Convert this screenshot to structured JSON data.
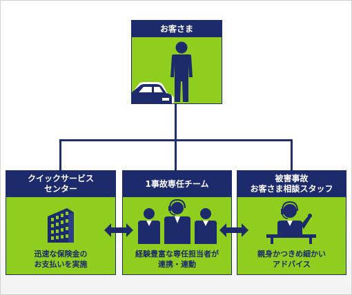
{
  "diagram": {
    "top": {
      "title": "お客さま"
    },
    "boxes": [
      {
        "title": "クイックサービス\nセンター",
        "text": "迅速な保険金の\nお支払いを実施",
        "icon": "building-icon"
      },
      {
        "title": "1事故専任チーム",
        "text": "経験豊富な専任担当者が\n連携・連動",
        "icon": "team-icon"
      },
      {
        "title": "被害事故\nお客さま相談スタッフ",
        "text": "親身かつきめ細かい\nアドバイス",
        "icon": "consultant-icon"
      }
    ],
    "colors": {
      "navy": "#1d2b6d",
      "green": "#8fce1e",
      "text": "#1c2a68",
      "arrow": "#1c2a68"
    }
  }
}
